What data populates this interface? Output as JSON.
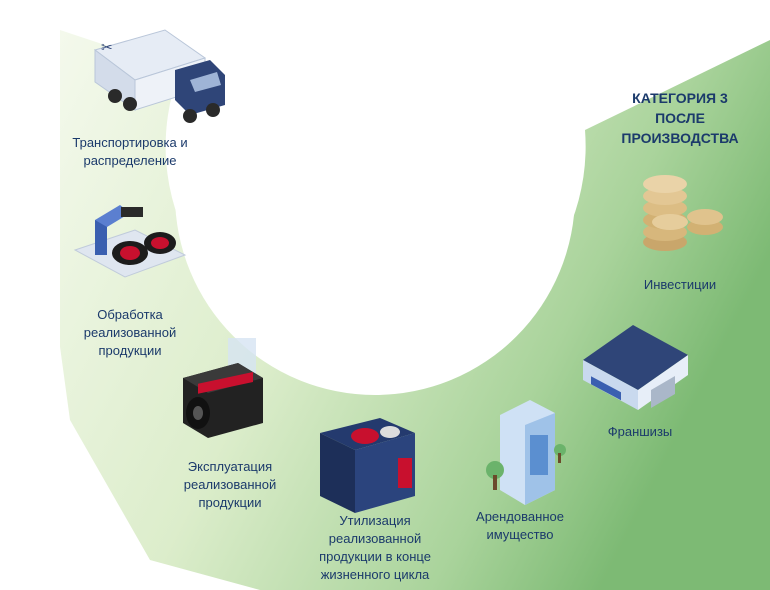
{
  "category": {
    "line1": "КАТЕГОРИЯ 3",
    "line2": "ПОСЛЕ",
    "line3": "ПРОИЗВОДСТВА"
  },
  "items": [
    {
      "id": "transport",
      "lines": [
        "Транспортировка и",
        "распределение"
      ],
      "icon": "truck-icon"
    },
    {
      "id": "processing",
      "lines": [
        "Обработка",
        "реализованной",
        "продукции"
      ],
      "icon": "robot-arm-icon"
    },
    {
      "id": "usage",
      "lines": [
        "Эксплуатация",
        "реализованной",
        "продукции"
      ],
      "icon": "motor-icon"
    },
    {
      "id": "disposal",
      "lines": [
        "Утилизация",
        "реализованной",
        "продукции в конце",
        "жизненного цикла"
      ],
      "icon": "recycle-bin-icon"
    },
    {
      "id": "leased",
      "lines": [
        "Арендованное",
        "имущество"
      ],
      "icon": "office-building-icon"
    },
    {
      "id": "franchise",
      "lines": [
        "Франшизы"
      ],
      "icon": "warehouse-icon"
    },
    {
      "id": "investments",
      "lines": [
        "Инвестиции"
      ],
      "icon": "coins-icon"
    }
  ],
  "colors": {
    "text": "#1b3a6b",
    "arc_light": "#eef6e4",
    "arc_dark": "#7dba74",
    "navy": "#243a6e",
    "red": "#c8102e"
  }
}
